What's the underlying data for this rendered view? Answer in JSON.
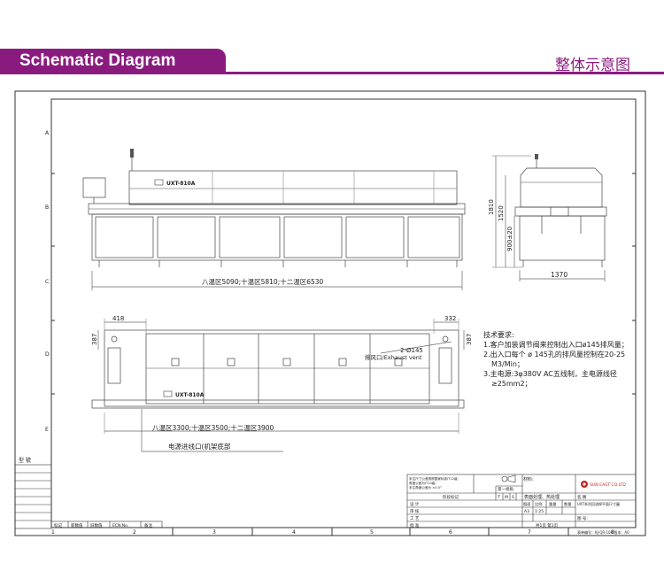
{
  "header": {
    "title": "Schematic Diagram",
    "title_cn": "整体示意图",
    "accent": "#8a1b7e"
  },
  "frame": {
    "row_labels": [
      "A",
      "B",
      "C",
      "D",
      "E"
    ],
    "col_labels": [
      "1",
      "2",
      "3",
      "4",
      "5",
      "6",
      "7",
      "8"
    ]
  },
  "machine": {
    "badge": "UXT-810A"
  },
  "dimensions": {
    "height_total": "1810",
    "height_body": "1520",
    "height_conveyor": "900±20",
    "depth": "1370",
    "top_left": "418",
    "top_right": "332",
    "side_left_387": "387",
    "side_right_387": "387",
    "front_zone_lengths": "八温区5090;十温区5810;十二温区6530",
    "top_zone_lengths": "八温区3300;十温区3500;十二温区3900",
    "exhaust": "2-Ø145",
    "exhaust_label": "排风口/Exhaust vent",
    "power_inlet": "电源进线口(机架底部"
  },
  "notes": {
    "heading": "技术要求:",
    "lines": [
      "1.客户加装调节阀来控制出入口ø145排风量；",
      "2.出入口每个 ø 145孔的排风量控制在20-25",
      "M3/Min；",
      "3.主电源:3φ380V AC五线制，主电源线径",
      "≥25mm2；"
    ]
  },
  "side_note": "型  號",
  "title_block": {
    "tolerance_1": "未注尺寸公差按照国家标准IT12级;",
    "tolerance_2": "角度公差为IT14级;",
    "tolerance_3": "未注角度公差为 ±0.5°",
    "material": "材料:",
    "projection": "第一视角",
    "stage_label": "阶段标记",
    "stage_t": "T",
    "stage_m": "M",
    "stage_s": "S",
    "surface": "表面处理、热处理",
    "company": "SUN EAST CO.LTD",
    "name_label": "名  稱",
    "name_value": "UXT系列回流焊平面尺寸圖",
    "design": "设  计",
    "check": "审  核",
    "process": "工  艺",
    "approve": "批  准",
    "sheet_size_label": "图面",
    "scale_label": "比例",
    "weight_label": "重量",
    "count_label": "数量",
    "sheet_size": "A3",
    "scale": "1:25",
    "drawing_no": "图  号:",
    "pages": "共1页  第1页",
    "form_no": "表单编号：KJ-QR-104 版本：A0",
    "rev_cols": [
      "标记",
      "新数值",
      "旧数值",
      "ECN.No.",
      "备注"
    ]
  }
}
